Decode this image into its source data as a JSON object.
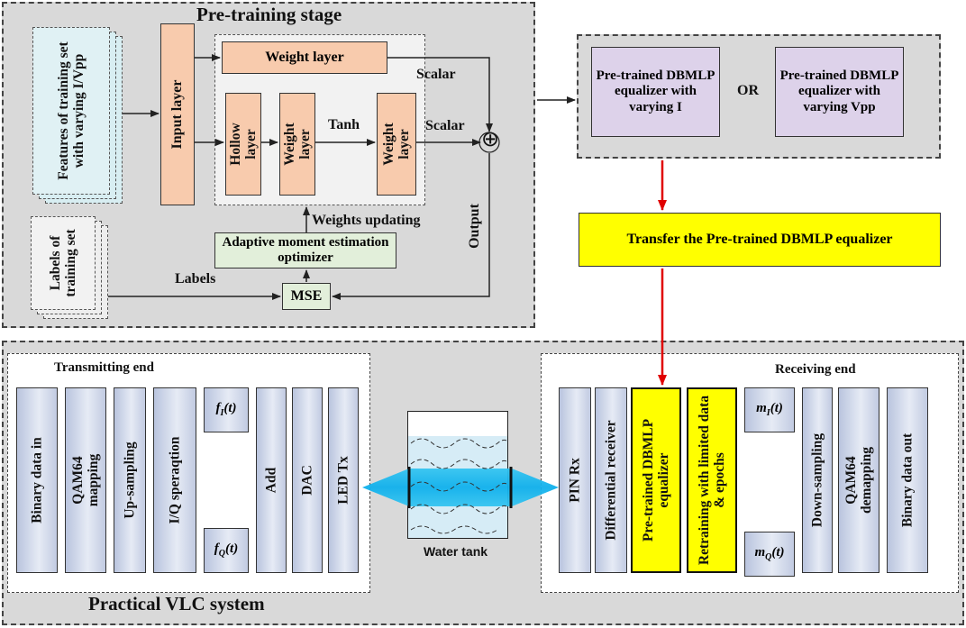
{
  "pretraining": {
    "title": "Pre-training stage",
    "features": "Features of training set with varying I/Vpp",
    "labels_set": "Labels of training set",
    "input_layer": "Input layer",
    "weight_layer_top": "Weight layer",
    "hollow_layer": "Hollow layer",
    "weight_layer_a": "Weight layer",
    "tanh": "Tanh",
    "weight_layer_b": "Weight layer",
    "scalar_top": "Scalar",
    "scalar_mid": "Scalar",
    "plus": "⊕",
    "weights_updating": "Weights updating",
    "optimizer": "Adaptive moment estimation optimizer",
    "labels": "Labels",
    "mse": "MSE",
    "output": "Output"
  },
  "pretrained": {
    "left": "Pre-trained DBMLP equalizer with varying I",
    "or": "OR",
    "right": "Pre-trained DBMLP equalizer with varying Vpp"
  },
  "transfer": "Transfer the Pre-trained DBMLP equalizer",
  "vlc": {
    "title": "Practical VLC system",
    "tx_title": "Transmitting end",
    "rx_title": "Receiving end",
    "water_tank": "Water tank",
    "tx_blocks": [
      "Binary data in",
      "QAM64 mapping",
      "Up-sampling",
      "I/Q speraqtion",
      "Add",
      "DAC",
      "LED Tx"
    ],
    "fi": "f",
    "fi_sub": "I",
    "fq": "f",
    "fq_sub": "Q",
    "t_suffix": "(t)",
    "rx_blocks": [
      "PIN Rx",
      "Differential receiver",
      "Pre-trained DBMLP equalizer",
      "Retraining with limited data & epochs",
      "Down-sampling",
      "QAM64 demapping",
      "Binary data out"
    ],
    "mi": "m",
    "mi_sub": "I",
    "mq": "m",
    "mq_sub": "Q"
  },
  "colors": {
    "panel_gray": "#d9d9d9",
    "layer_orange": "#f8cbad",
    "optimizer_green": "#e2efda",
    "lavender": "#ddd2ea",
    "yellow": "#ffff00",
    "arrow_red": "#e00000",
    "block_blue": "#c5cde3"
  }
}
